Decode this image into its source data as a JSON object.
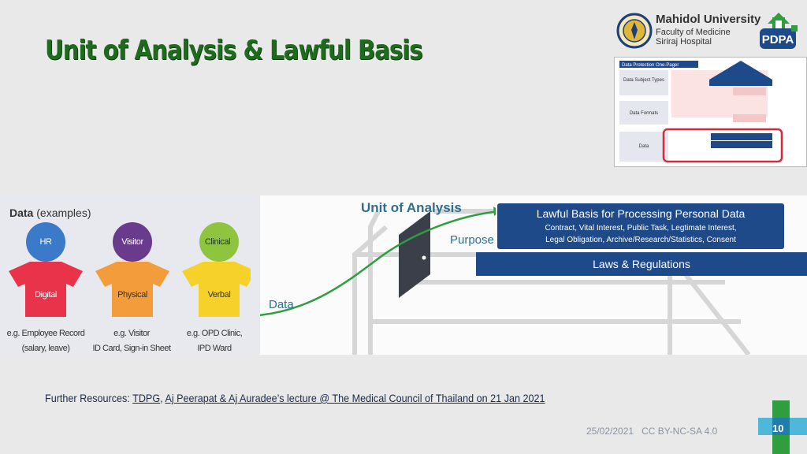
{
  "title": "Unit of Analysis & Lawful Basis",
  "header": {
    "university": "Mahidol University",
    "faculty_line1": "Faculty of Medicine",
    "faculty_line2": "Siriraj Hospital",
    "badge": "PDPA"
  },
  "thumbnail": {
    "title": "Data Protection One-Pager",
    "rows": [
      "Data Subject Types",
      "Data Formats",
      "Data"
    ]
  },
  "data_panel": {
    "heading_bold": "Data",
    "heading_rest": " (examples)",
    "items": [
      {
        "head": "HR",
        "shirt": "Digital",
        "example_1": "e.g. Employee Record",
        "example_2": "(salary, leave)",
        "head_color": "#3b79c9",
        "shirt_color": "#e8334a"
      },
      {
        "head": "Visitor",
        "shirt": "Physical",
        "example_1": "e.g. Visitor",
        "example_2": "ID Card, Sign-in Sheet",
        "head_color": "#6a3a8c",
        "shirt_color": "#f39c3b"
      },
      {
        "head": "Clinical",
        "shirt": "Verbal",
        "example_1": "e.g. OPD Clinic,",
        "example_2": "IPD Ward",
        "head_color": "#8fc43f",
        "shirt_color": "#f6d12a"
      }
    ]
  },
  "diagram": {
    "unit_of_analysis": "Unit of Analysis",
    "purpose": "Purpose",
    "data": "Data",
    "lawful_basis_title": "Lawful Basis for Processing Personal Data",
    "lawful_basis_line1": "Contract, Vital Interest, Public Task, Legtimate Interest,",
    "lawful_basis_line2": "Legal Obligation, Archive/Research/Statistics, Consent",
    "laws": "Laws & Regulations"
  },
  "resources": {
    "label": "Further Resources: ",
    "link1": "TDPG",
    "sep": ", ",
    "link2": "Aj Peerapat & Aj Auradee’s lecture @ The Medical Council of Thailand on 21 Jan 2021"
  },
  "footer": {
    "date": "25/02/2021",
    "license": "CC BY-NC-SA 4.0",
    "page": "10"
  },
  "colors": {
    "title_green": "#1e6b1e",
    "navy": "#1f4a8a",
    "teal_text": "#2f6e8e",
    "accent_green": "#2e9e3e"
  }
}
